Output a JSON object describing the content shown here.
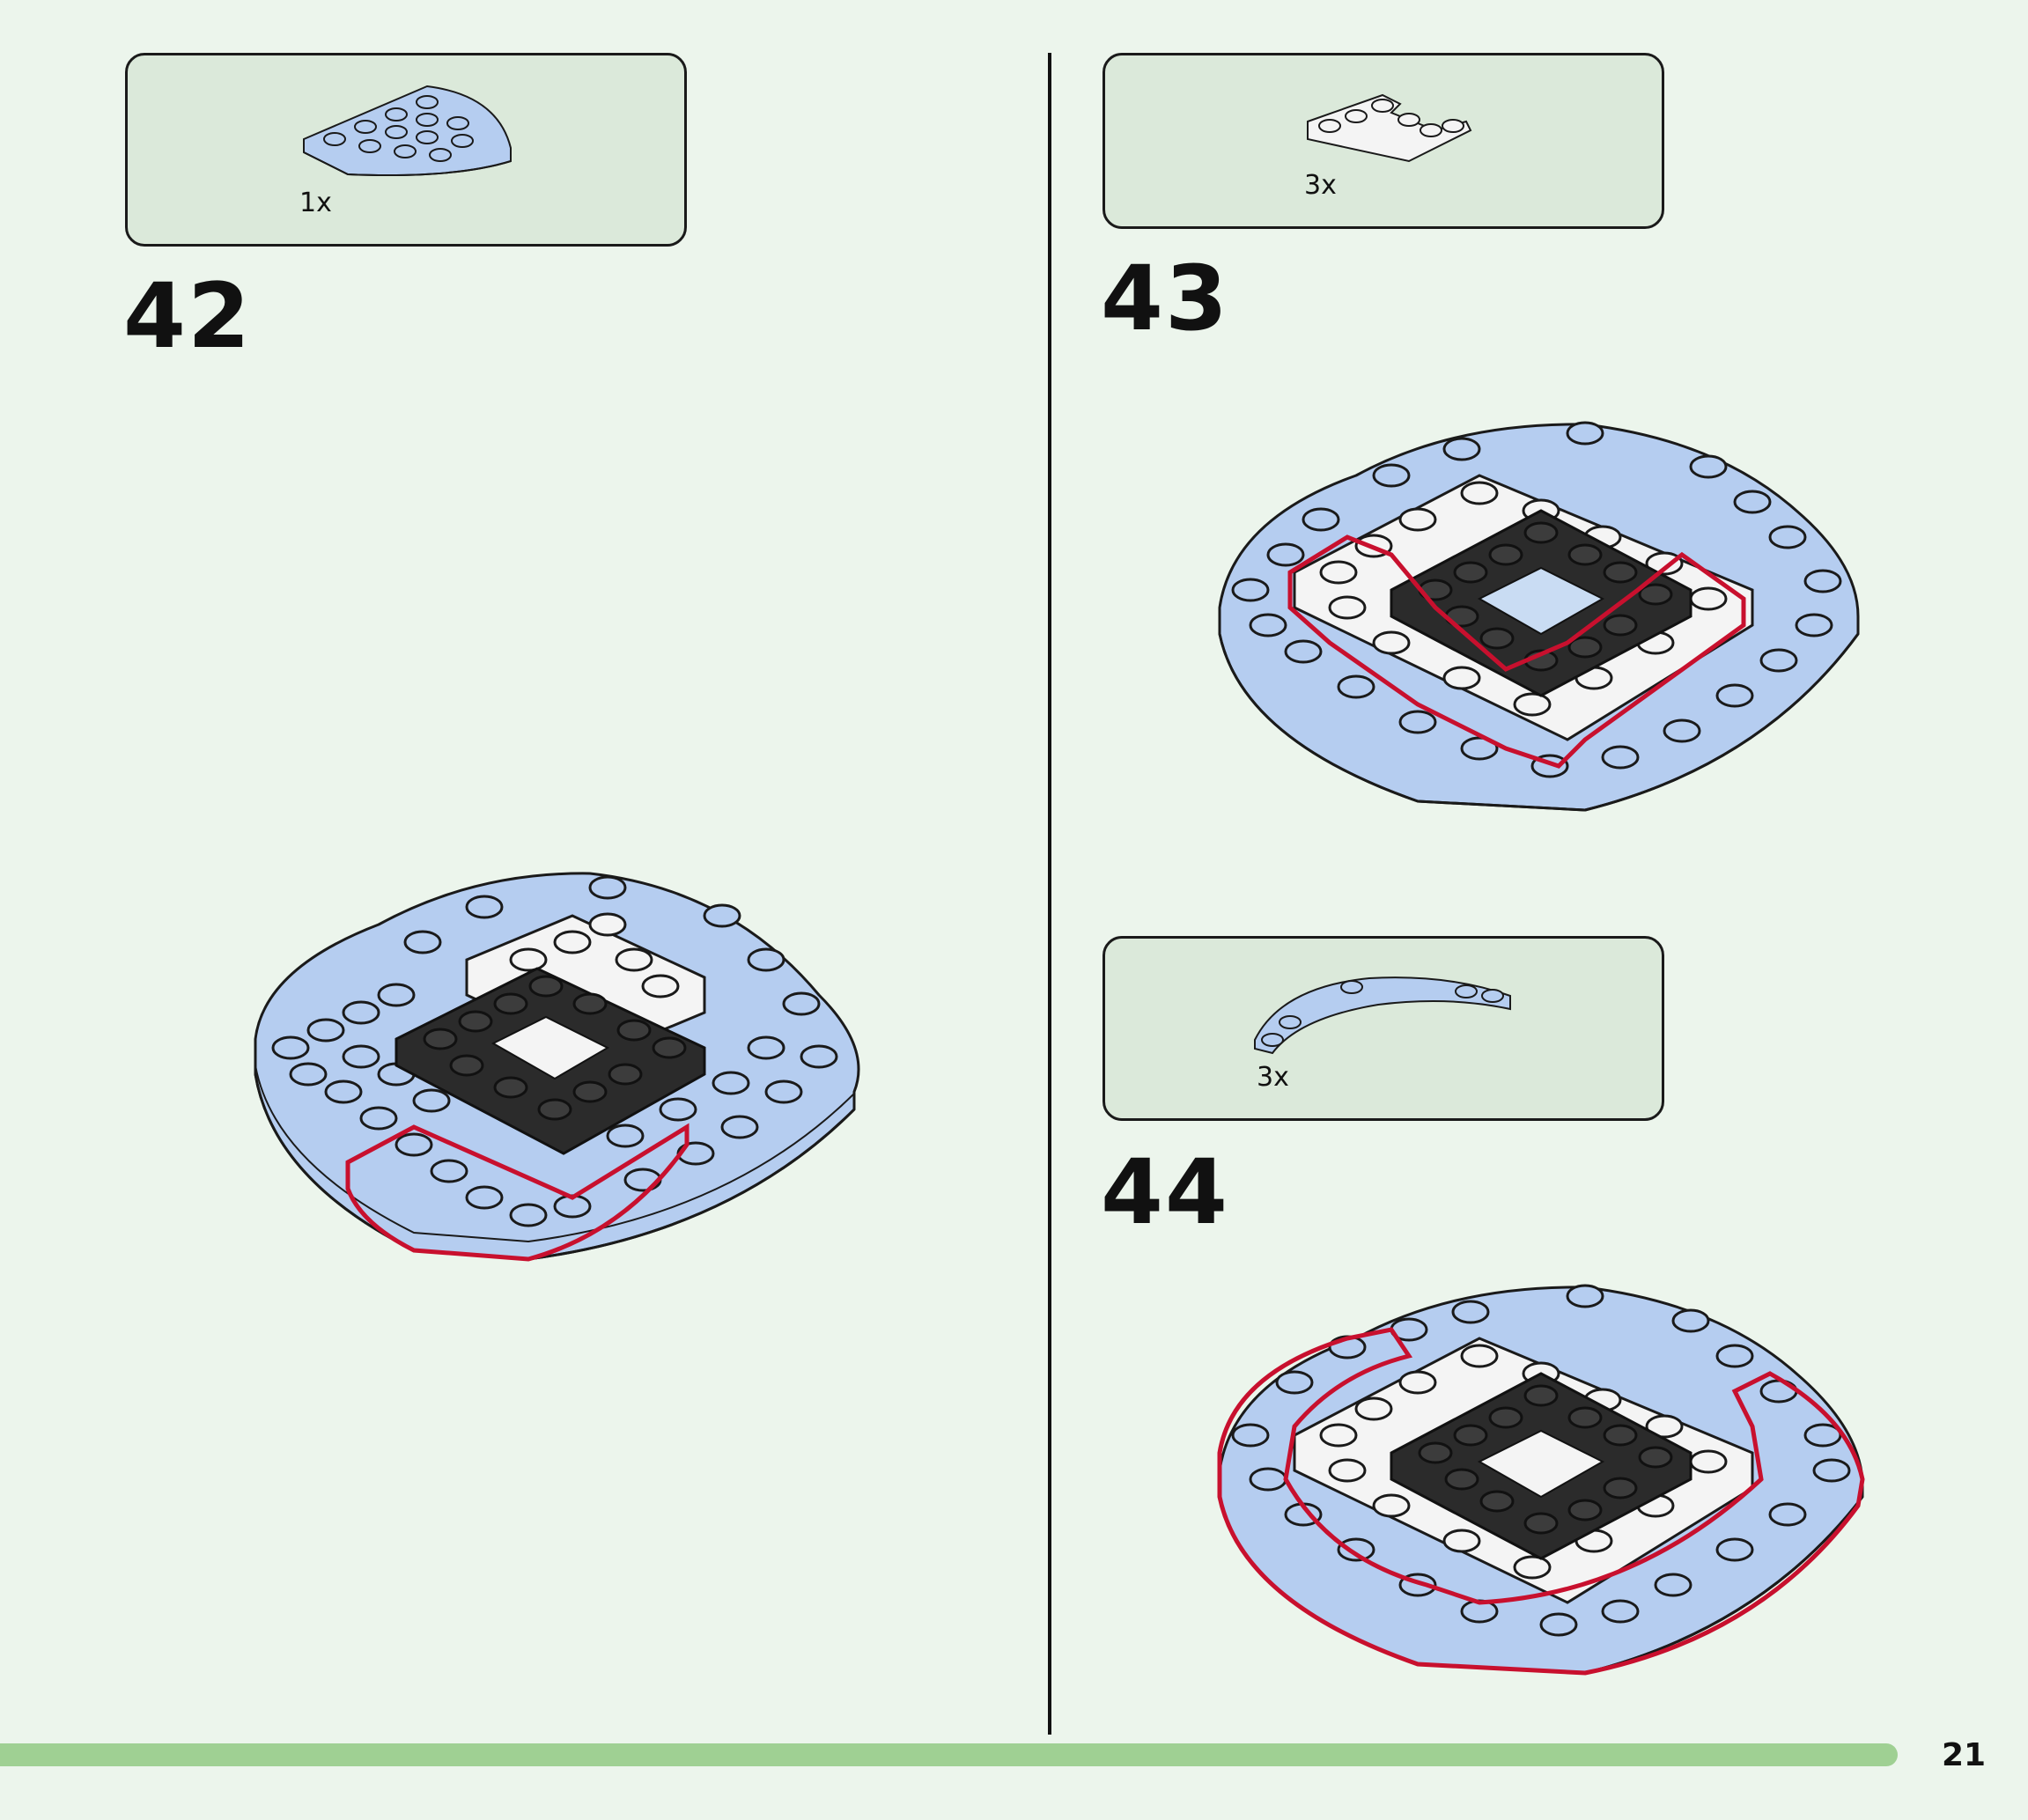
{
  "steps": [
    {
      "number": "42",
      "part_quantity": "1x",
      "part_name": "light-blue-quarter-round-plate-icon"
    },
    {
      "number": "43",
      "part_quantity": "3x",
      "part_name": "white-corner-plate-icon"
    },
    {
      "number": "44",
      "part_quantity": "3x",
      "part_name": "light-blue-curved-arch-plate-icon"
    }
  ],
  "page_number": "21",
  "colors": {
    "background": "#ecf5ec",
    "parts_box": "#dbe9da",
    "light_blue": "#b5cdf0",
    "white": "#f4f4f4",
    "black": "#2b2b2b",
    "highlight_red": "#c8102e",
    "progress_green": "#9fd093"
  }
}
